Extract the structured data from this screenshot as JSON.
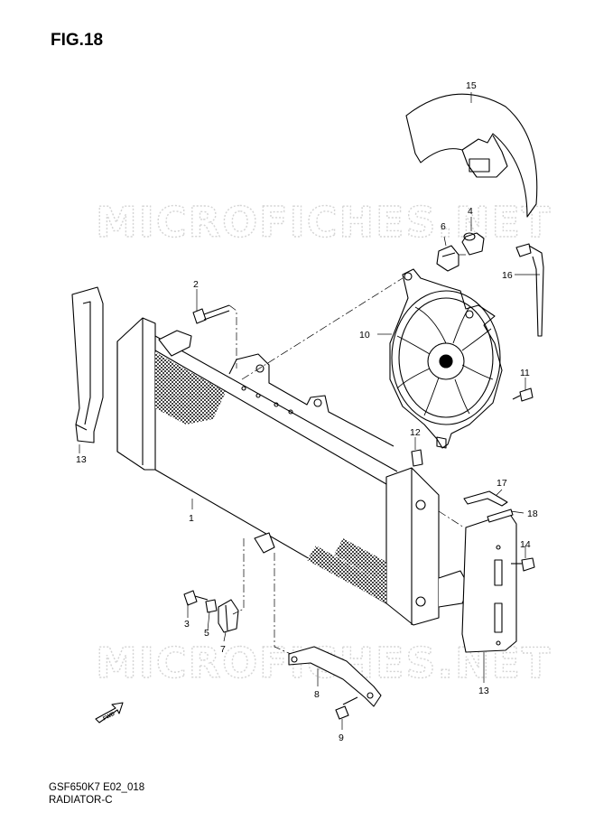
{
  "figure": {
    "title": "FIG.18",
    "code": "GSF650K7 E02_018",
    "name": "RADIATOR-C"
  },
  "watermark": "MICROFICHES.NET",
  "fwd_label": "FWD",
  "callouts": [
    {
      "id": "c1",
      "label": "1"
    },
    {
      "id": "c2",
      "label": "2"
    },
    {
      "id": "c3",
      "label": "3"
    },
    {
      "id": "c4",
      "label": "4"
    },
    {
      "id": "c5",
      "label": "5"
    },
    {
      "id": "c6",
      "label": "6"
    },
    {
      "id": "c7",
      "label": "7"
    },
    {
      "id": "c8",
      "label": "8"
    },
    {
      "id": "c9",
      "label": "9"
    },
    {
      "id": "c10",
      "label": "10"
    },
    {
      "id": "c11",
      "label": "11"
    },
    {
      "id": "c12",
      "label": "12"
    },
    {
      "id": "c13a",
      "label": "13"
    },
    {
      "id": "c13b",
      "label": "13"
    },
    {
      "id": "c14",
      "label": "14"
    },
    {
      "id": "c15",
      "label": "15"
    },
    {
      "id": "c16",
      "label": "16"
    },
    {
      "id": "c17",
      "label": "17"
    },
    {
      "id": "c18",
      "label": "18"
    }
  ]
}
